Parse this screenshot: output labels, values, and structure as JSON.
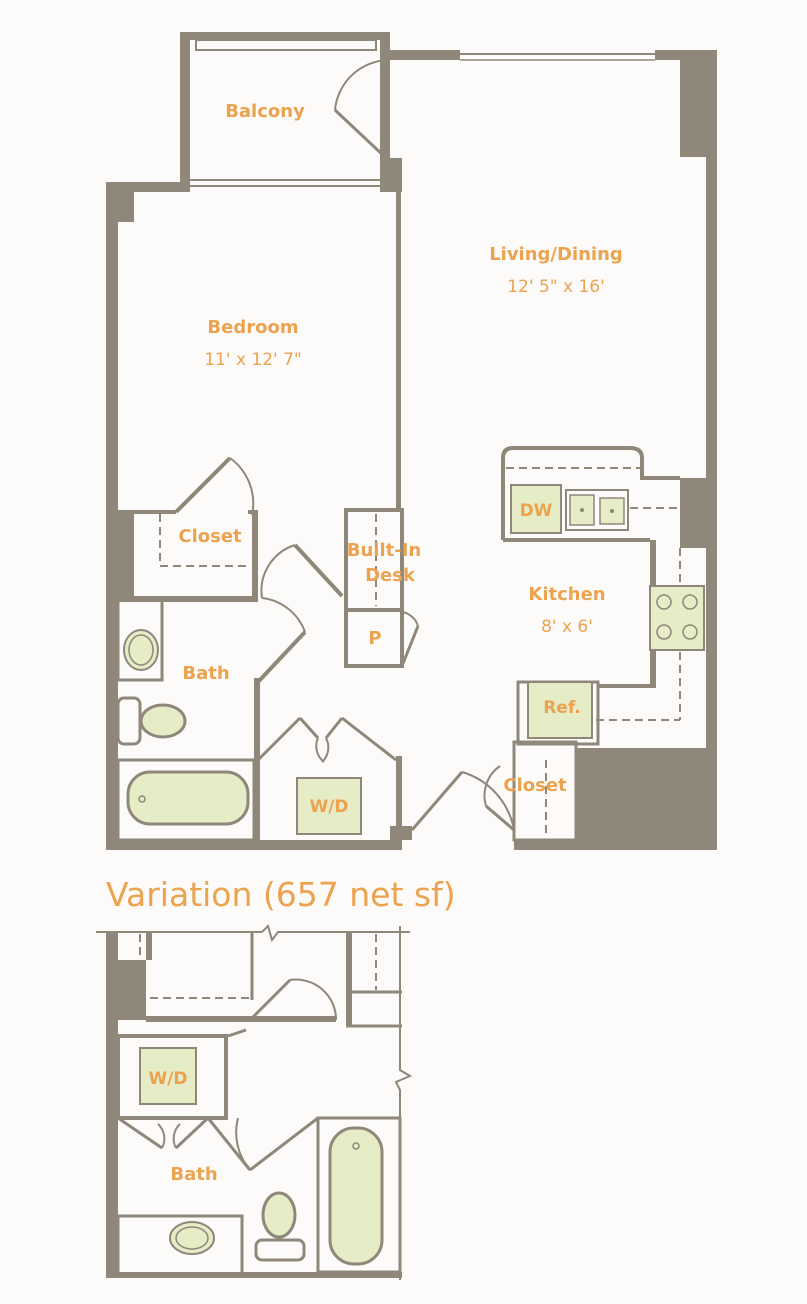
{
  "colors": {
    "wall": "#8e877a",
    "label": "#eba34f",
    "fixture_fill": "#e5ecc6",
    "background": "#fdfbfa"
  },
  "main_plan": {
    "balcony": "Balcony",
    "living_dining": {
      "name": "Living/Dining",
      "size": "12' 5\" x 16'"
    },
    "bedroom": {
      "name": "Bedroom",
      "size": "11' x 12' 7\""
    },
    "bedroom_closet": "Closet",
    "built_in_desk": {
      "line1": "Built-In",
      "line2": "Desk"
    },
    "pantry": "P",
    "kitchen": {
      "name": "Kitchen",
      "size": "8' x 6'"
    },
    "dishwasher": "DW",
    "refrigerator": "Ref.",
    "bath": "Bath",
    "washer_dryer": "W/D",
    "entry_closet": "Closet"
  },
  "variation": {
    "title": "Variation (657 net sf)",
    "washer_dryer": "W/D",
    "bath": "Bath"
  }
}
